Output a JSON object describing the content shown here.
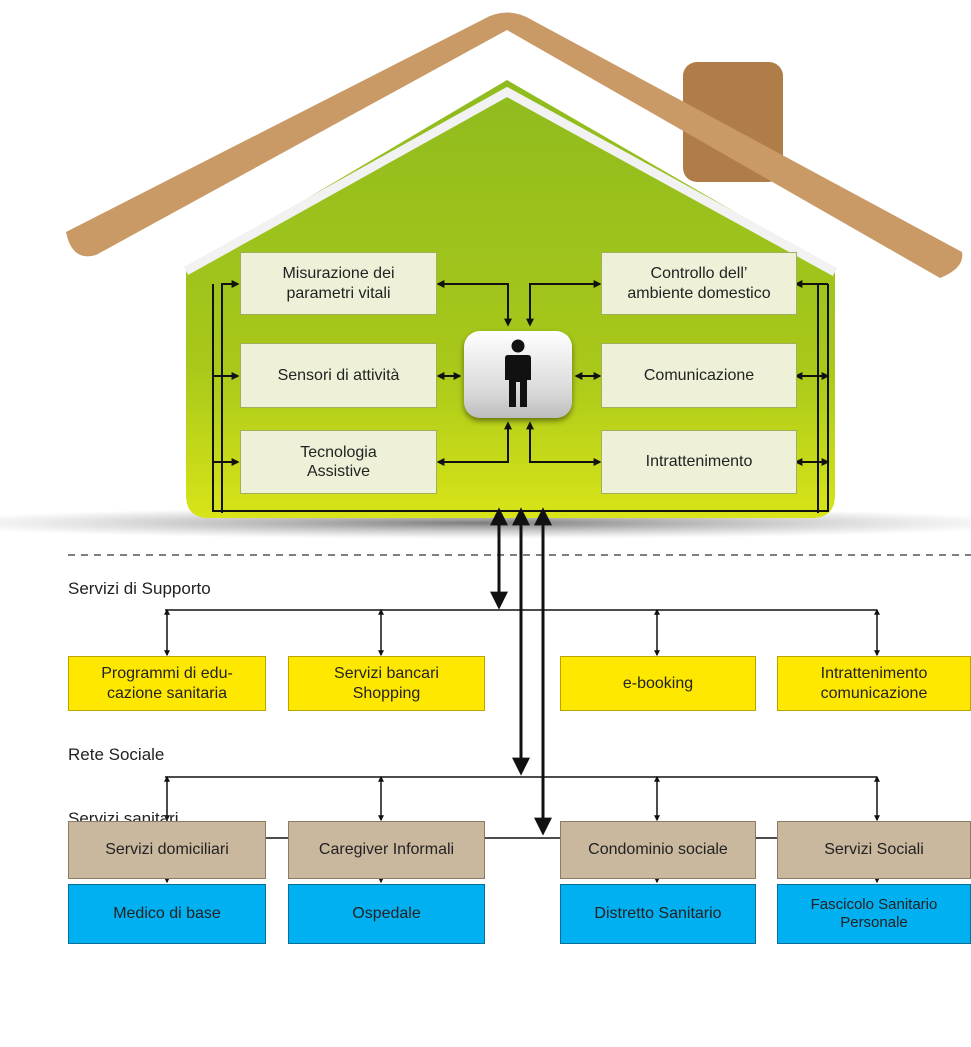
{
  "house": {
    "left_boxes": [
      "Misurazione dei\nparametri vitali",
      "Sensori di attività",
      "Tecnologia\nAssistive"
    ],
    "right_boxes": [
      "Controllo dell’\nambiente domestico",
      "Comunicazione",
      "Intrattenimento"
    ],
    "person_icon": "person-icon"
  },
  "sections": [
    {
      "title": "Servizi di Supporto",
      "items": [
        "Programmi di edu-\ncazione sanitaria",
        "Servizi bancari\nShopping",
        "e-booking",
        "Intrattenimento\ncomunicazione"
      ]
    },
    {
      "title": "Rete Sociale",
      "items": [
        "Servizi domiciliari",
        "Caregiver Informali",
        "Condominio sociale",
        "Servizi Sociali"
      ]
    },
    {
      "title": "Servizi sanitari",
      "items": [
        "Medico di base",
        "Ospedale",
        "Distretto Sanitario",
        "Fascicolo Sanitario\nPersonale"
      ]
    }
  ],
  "colors": {
    "roof": "#c99a66",
    "chimney": "#b07c47",
    "house_top": "#92bd1e",
    "house_bottom": "#d4e216",
    "support": "#ffe800",
    "social": "#c9b79e",
    "health": "#00b0f0"
  }
}
